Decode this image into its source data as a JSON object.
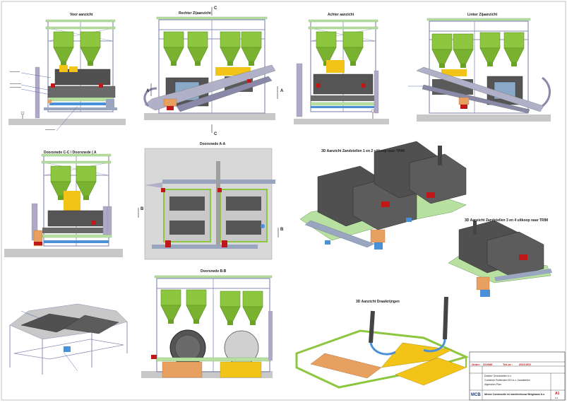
{
  "views": {
    "front": "Voor aanzicht",
    "right": "Rechter Zijaanzicht",
    "rear": "Achter aanzicht",
    "left": "Linker Zijaanzicht",
    "section_cc_dd": "Doorsnede C-C / Doorsnede ( A",
    "section_aa": "Doorsnede A-A",
    "section_bb": "Doorsnede B-B",
    "iso_top": "3D Aanzicht Zandstellen 1 en 2 uitkoop naar TRIM",
    "iso_mid": "3D Aanzicht Zandstellen 3 en 4 uitkoop naar TRIM",
    "iso_frame": "3D Aanzicht Draaikrijngen"
  },
  "markers": {
    "a": "A",
    "b": "B",
    "c": "C"
  },
  "title_block": {
    "order_label": "Order:",
    "order_value": "222686",
    "tekno_label": "Tek.nr.:",
    "tekno_value": "2010.003",
    "project_line1": "Dobber Grondstellen b.v.",
    "project_line2": "Container Rotterdam 53 t.b.v. Zandstellen",
    "project_line3": "Algemeen Plan",
    "company": "Meese Constructie en machinebouw Bergbaum b.v.",
    "logo": "MCB",
    "sheet": "A1",
    "sheet_no": "1/1"
  },
  "colors": {
    "silo": "#8dc63f",
    "frame_outline": "#8a8fb4",
    "frame_green": "#b8e0a0",
    "machine": "#5a5a5a",
    "yellow": "#f2c418",
    "orange": "#e8a060",
    "pipe": "#9aa6c0",
    "red": "#c01818",
    "blue": "#4a90d9"
  }
}
